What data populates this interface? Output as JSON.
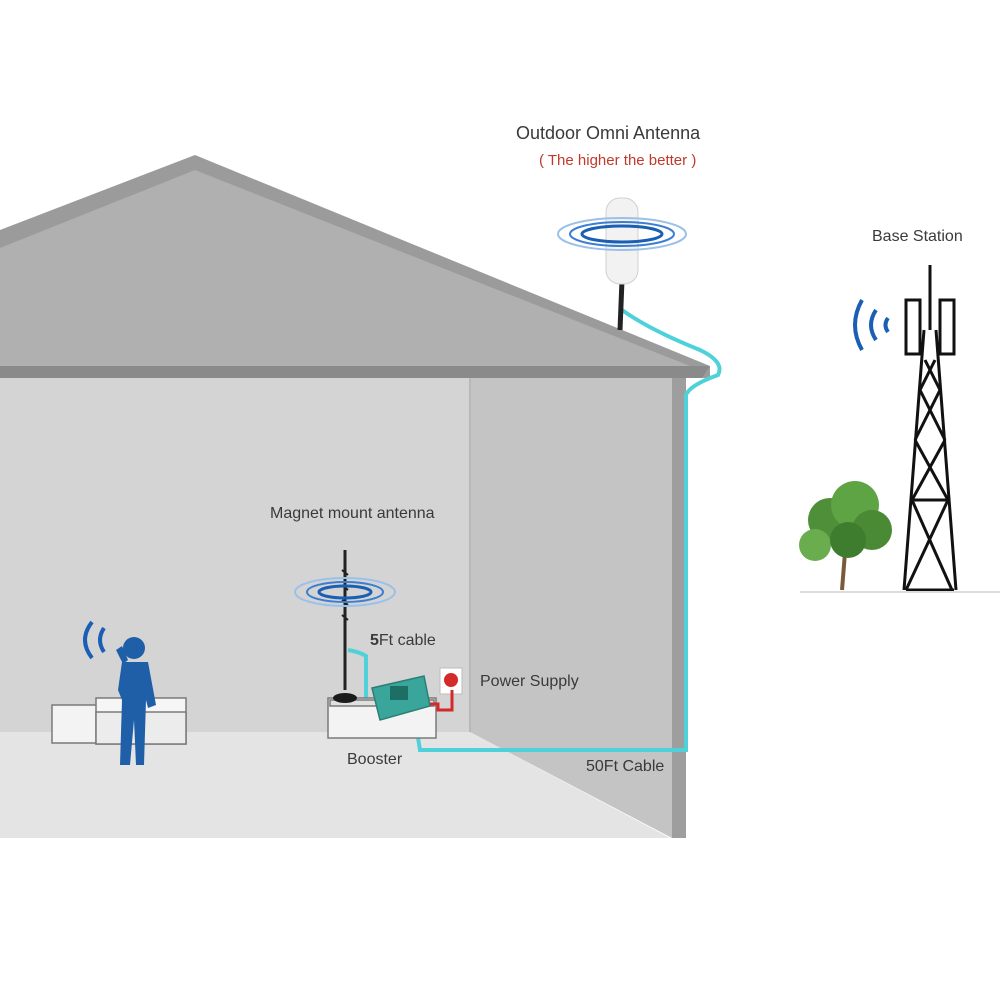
{
  "labels": {
    "outdoor_antenna": "Outdoor Omni Antenna",
    "outdoor_note": "( The higher the better )",
    "base_station": "Base Station",
    "magnet_antenna": "Magnet mount antenna",
    "cable_5_num": "5",
    "cable_5_rest": "Ft cable",
    "power_supply": "Power Supply",
    "booster": "Booster",
    "cable_50": "50Ft Cable"
  },
  "colors": {
    "roof": "#9a9a9a",
    "wall_front": "#d6d6d6",
    "wall_side": "#c6c6c6",
    "floor": "#e6e6e6",
    "cable": "#4fd1d9",
    "signal": "#1a5fb4",
    "person": "#1f5fa8",
    "booster": "#3aa59a",
    "power_red": "#d42a2a",
    "note_red": "#c0392b"
  },
  "icons": [
    "signal-waves-icon",
    "antenna-icon",
    "tower-icon",
    "tree-icon",
    "person-icon",
    "sofa-icon",
    "booster-icon",
    "power-outlet-icon"
  ]
}
